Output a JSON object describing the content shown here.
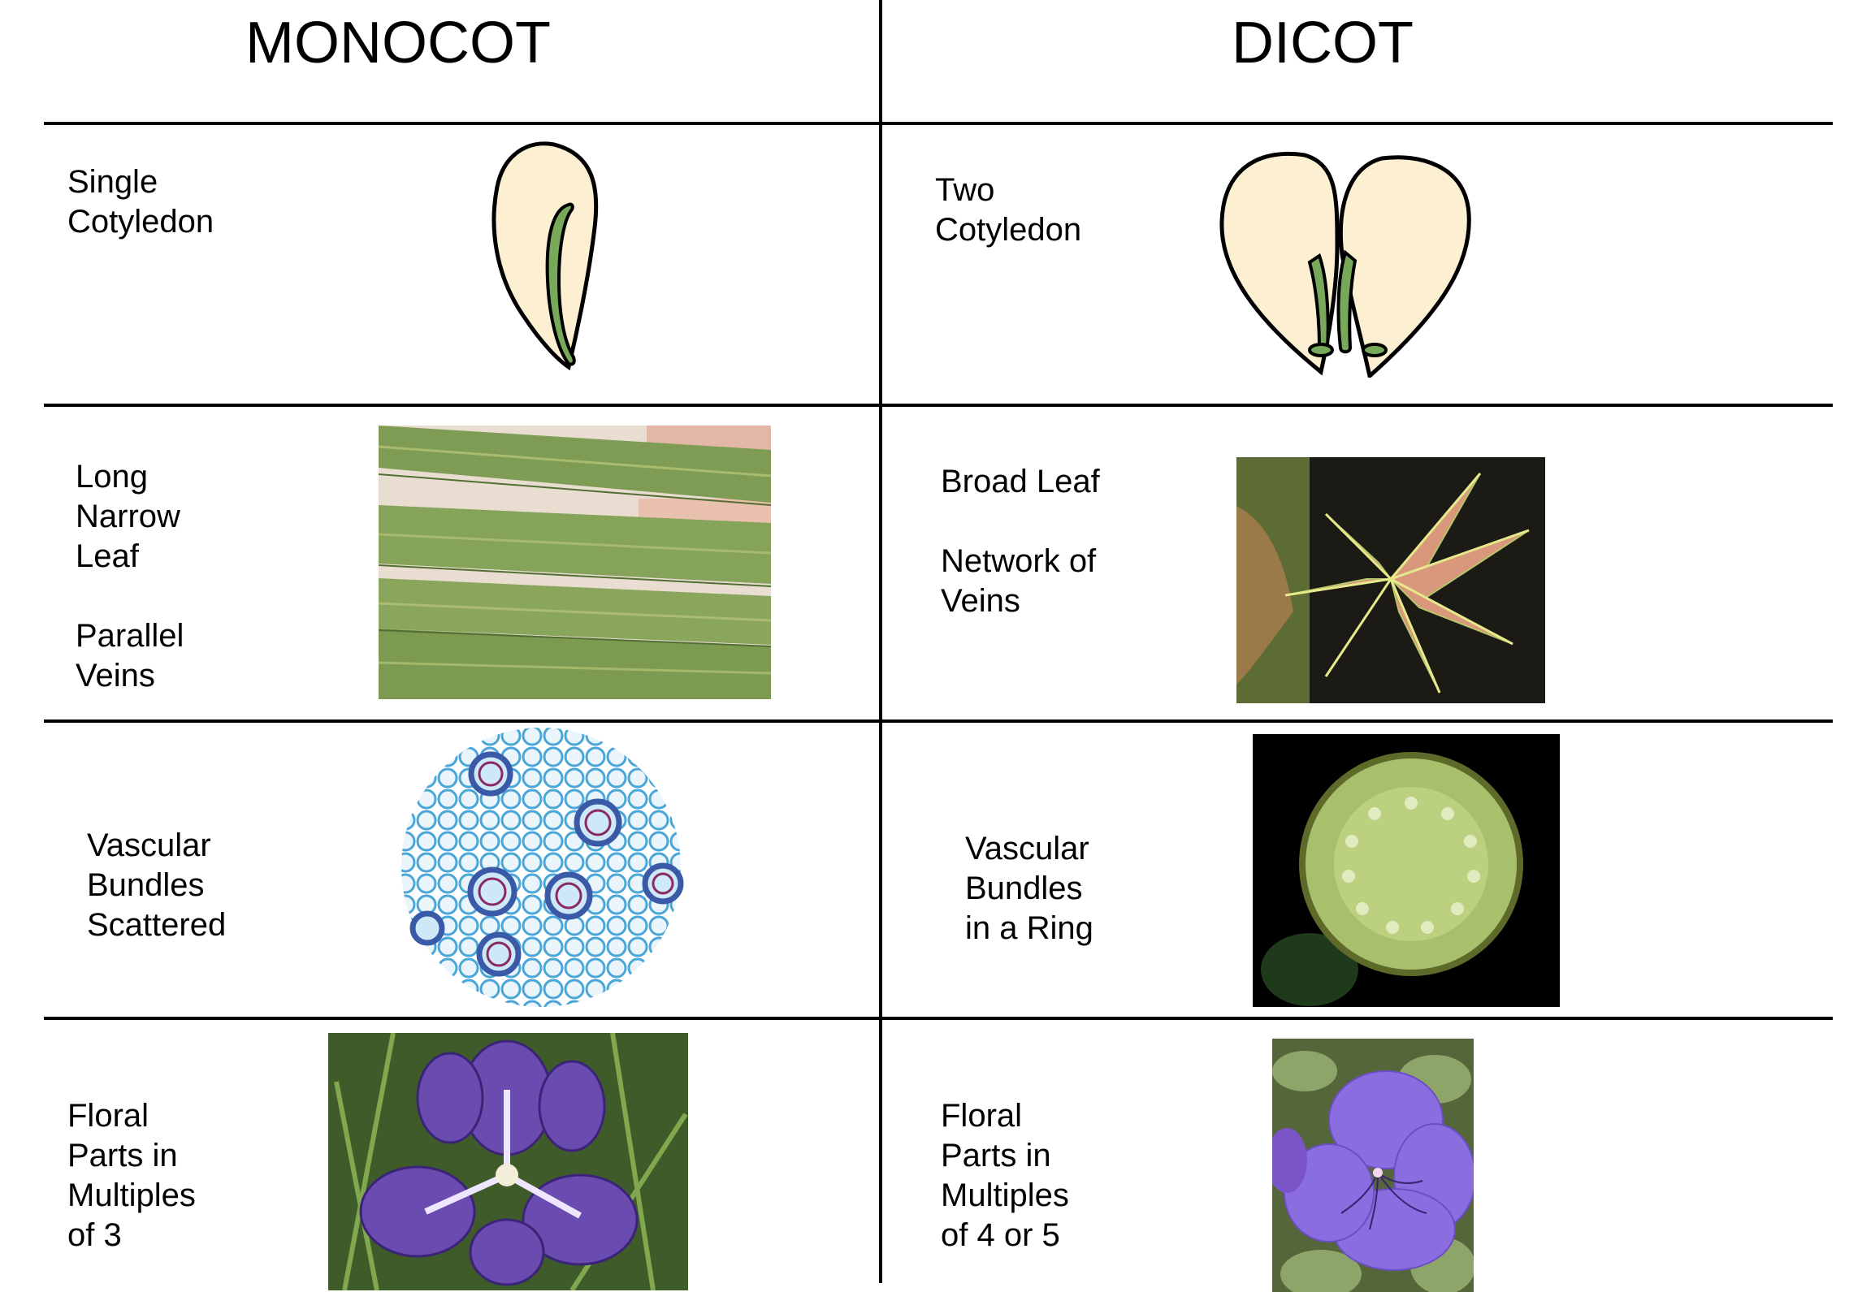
{
  "headers": {
    "monocot": "MONOCOT",
    "dicot": "DICOT"
  },
  "rows": {
    "cotyledon": {
      "monocot": "Single\nCotyledon",
      "dicot": "Two\nCotyledon"
    },
    "leaf": {
      "monocot": "Long\nNarrow\nLeaf\n\nParallel\nVeins",
      "dicot": "Broad Leaf\n\nNetwork of\nVeins"
    },
    "vascular": {
      "monocot": "Vascular\nBundles\nScattered",
      "dicot": "Vascular\nBundles\nin a Ring"
    },
    "floral": {
      "monocot": "Floral\nParts in\nMultiples\nof 3",
      "dicot": "Floral\nParts in\nMultiples\nof 4 or 5"
    }
  },
  "colors": {
    "seed_fill": "#fdf0d2",
    "embryo_green": "#78a85a",
    "line": "#000000"
  }
}
